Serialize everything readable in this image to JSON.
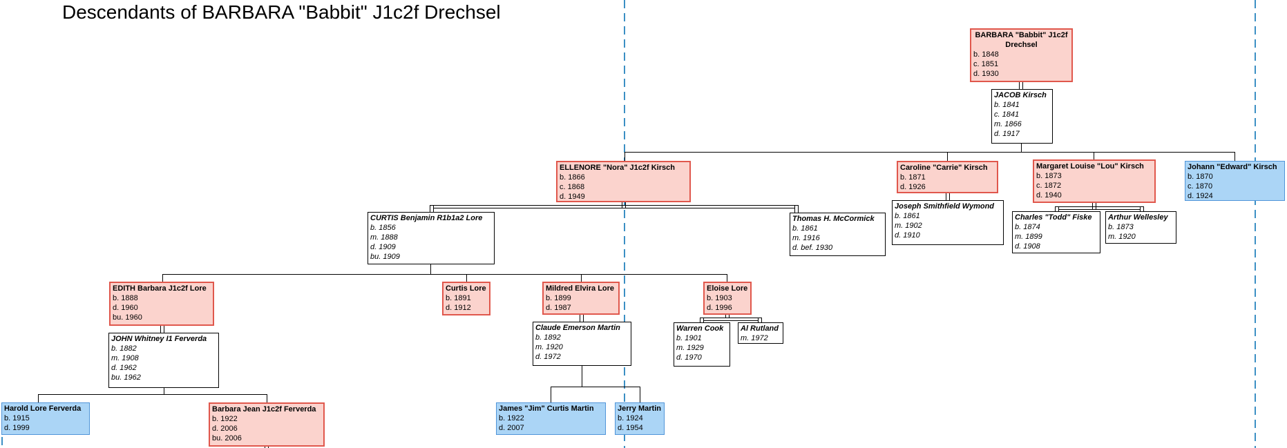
{
  "title": "Descendants of BARBARA \"Babbit\" J1c2f Drechsel",
  "colors": {
    "female_fill": "#fbd3cd",
    "female_border": "#e0574c",
    "male_fill": "#abd5f6",
    "male_border": "#4f94d8",
    "connector": "#000000",
    "dash_line": "#3b8fc4"
  },
  "people": {
    "barbara": {
      "name": "BARBARA \"Babbit\" J1c2f Drechsel",
      "details": "b. 1848\nc. 1851\nd. 1930"
    },
    "jacob": {
      "name": "JACOB Kirsch",
      "details": "b. 1841\nc. 1841\nm. 1866\nd. 1917"
    },
    "ellenore": {
      "name": "ELLENORE \"Nora\" J1c2f Kirsch",
      "details": "b. 1866\nc. 1868\nd. 1949"
    },
    "curtis_benjamin": {
      "name": "CURTIS Benjamin R1b1a2 Lore",
      "details": "b. 1856\nm. 1888\nd. 1909\nbu. 1909"
    },
    "thomas": {
      "name": "Thomas H. McCormick",
      "details": "b. 1861\nm. 1916\nd. bef. 1930"
    },
    "caroline": {
      "name": "Caroline \"Carrie\" Kirsch",
      "details": "b. 1871\nd. 1926"
    },
    "joseph": {
      "name": "Joseph Smithfield Wymond",
      "details": "b. 1861\nm. 1902\nd. 1910"
    },
    "margaret": {
      "name": "Margaret Louise \"Lou\" Kirsch",
      "details": "b. 1873\nc. 1872\nd. 1940"
    },
    "charles": {
      "name": "Charles \"Todd\" Fiske",
      "details": "b. 1874\nm. 1899\nd. 1908"
    },
    "arthur": {
      "name": "Arthur Wellesley",
      "details": "b. 1873\nm. 1920"
    },
    "johann": {
      "name": "Johann \"Edward\" Kirsch",
      "details": "b. 1870\nc. 1870\nd. 1924"
    },
    "edith": {
      "name": "EDITH Barbara J1c2f Lore",
      "details": "b. 1888\nd. 1960\nbu. 1960"
    },
    "john": {
      "name": "JOHN Whitney I1 Ferverda",
      "details": "b. 1882\nm. 1908\nd. 1962\nbu. 1962"
    },
    "curtis_lore": {
      "name": "Curtis Lore",
      "details": "b. 1891\nd. 1912"
    },
    "mildred": {
      "name": "Mildred Elvira Lore",
      "details": "b. 1899\nd. 1987"
    },
    "claude": {
      "name": "Claude Emerson Martin",
      "details": "b. 1892\nm. 1920\nd. 1972"
    },
    "eloise": {
      "name": "Eloise Lore",
      "details": "b. 1903\nd. 1996"
    },
    "warren": {
      "name": "Warren Cook",
      "details": "b. 1901\nm. 1929\nd. 1970"
    },
    "al": {
      "name": "Al Rutland",
      "details": "m. 1972"
    },
    "harold": {
      "name": "Harold Lore Ferverda",
      "details": "b. 1915\nd. 1999"
    },
    "barbara_jean": {
      "name": "Barbara Jean J1c2f Ferverda",
      "details": "b. 1922\nd. 2006\nbu. 2006"
    },
    "james": {
      "name": "James \"Jim\" Curtis Martin",
      "details": "b. 1922\nd. 2007"
    },
    "jerry": {
      "name": "Jerry Martin",
      "details": "b. 1924\nd. 1954"
    }
  }
}
